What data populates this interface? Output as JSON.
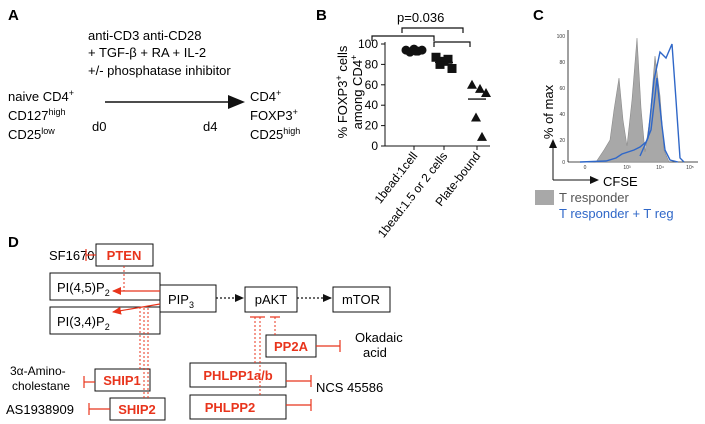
{
  "panel_a": {
    "label": "A",
    "treatment_lines": [
      "anti-CD3 anti-CD28",
      "+ TGF-β + RA + IL-2",
      "+/- phosphatase inhibitor"
    ],
    "start_cells": [
      {
        "base": "naive CD4",
        "sup": "+"
      },
      {
        "base": "CD127",
        "sup": "high"
      },
      {
        "base": "CD25",
        "sup": "low"
      }
    ],
    "day_start": "d0",
    "day_end": "d4",
    "end_cells": [
      {
        "base": "CD4",
        "sup": "+"
      },
      {
        "base": "FOXP3",
        "sup": "+"
      },
      {
        "base": "CD25",
        "sup": "high"
      }
    ]
  },
  "panel_b": {
    "label": "B",
    "pvalue": "p=0.036",
    "ylabel_line1_base": "% FOXP3",
    "ylabel_line1_sup": "+",
    "ylabel_line1_rest": " cells",
    "ylabel_line2_base": "among CD4",
    "ylabel_line2_sup": "+"
  },
  "chart_data": {
    "type": "scatter",
    "categories": [
      "1bead:1cell",
      "1bead:1.5 or 2 cells",
      "Plate-bound"
    ],
    "ylim": [
      0,
      100
    ],
    "yticks": [
      "0",
      "20",
      "40",
      "60",
      "80",
      "100"
    ],
    "series": [
      {
        "marker": "circle",
        "values": [
          94,
          92,
          95,
          93,
          94,
          93
        ],
        "mean": 94
      },
      {
        "marker": "square",
        "values": [
          87,
          80,
          83,
          85,
          76
        ],
        "mean": 82
      },
      {
        "marker": "triangle",
        "values": [
          60,
          56,
          52,
          28,
          9
        ],
        "mean": 46
      }
    ]
  },
  "panel_c": {
    "label": "C",
    "ylabel": "% of max",
    "xlabel": "CFSE",
    "yticks": [
      "0",
      "20",
      "40",
      "60",
      "80",
      "100"
    ],
    "xticks": [
      "0",
      "10³",
      "10⁴",
      "10⁵"
    ],
    "legend": [
      {
        "label": "T responder",
        "color": "#a8a8a8",
        "text_color": "#555555"
      },
      {
        "label": "T responder  + T reg",
        "color": "#2f67c8",
        "text_color": "#2f67c8"
      }
    ]
  },
  "panel_d": {
    "label": "D",
    "nodes": {
      "pip2": "PI(4,5)P",
      "pip2_sub": "2",
      "pi34": "PI(3,4)P",
      "pi34_sub": "2",
      "pip3": "PIP",
      "pip3_sub": "3",
      "pakt": "pAKT",
      "mtor": "mTOR"
    },
    "enzymes": {
      "pten": "PTEN",
      "ship1": "SHIP1",
      "ship2": "SHIP2",
      "pp2a": "PP2A",
      "phlpp1": "PHLPP1a/b",
      "phlpp2": "PHLPP2"
    },
    "inhibitors": {
      "sf1670": "SF1670",
      "amino_l1": "3α-Amino-",
      "amino_l2": "cholestane",
      "as1938909": "AS1938909",
      "okadaic_l1": "Okadaic",
      "okadaic_l2": "acid",
      "ncs": "NCS 45586"
    }
  },
  "colors": {
    "accent_red": "#e8341c",
    "treg_blue": "#2f67c8",
    "responder_gray": "#a8a8a8"
  }
}
